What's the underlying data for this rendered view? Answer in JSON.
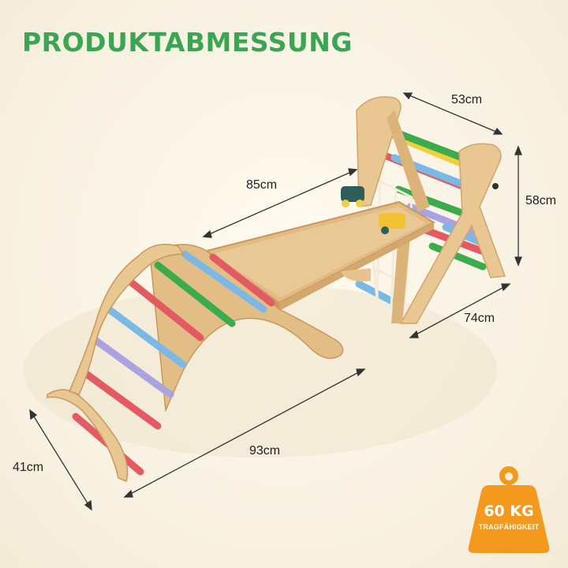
{
  "title": "PRODUKTABMESSUNG",
  "dimensions": {
    "top_width": "53cm",
    "platform_length": "85cm",
    "height": "58cm",
    "base_depth": "74cm",
    "arch_length": "93cm",
    "arch_width": "41cm"
  },
  "weight_badge": {
    "value": "60 KG",
    "label": "TRAGFÄHIGKEIT",
    "color": "#f39a1e"
  },
  "colors": {
    "title_green": "#3aa651",
    "wood": "#e7c48f",
    "rung_red": "#e45a63",
    "rung_green": "#3cab4c",
    "rung_blue": "#7ab9e6",
    "rung_lavender": "#a9a3df",
    "rung_yellow": "#f2cf3f"
  }
}
